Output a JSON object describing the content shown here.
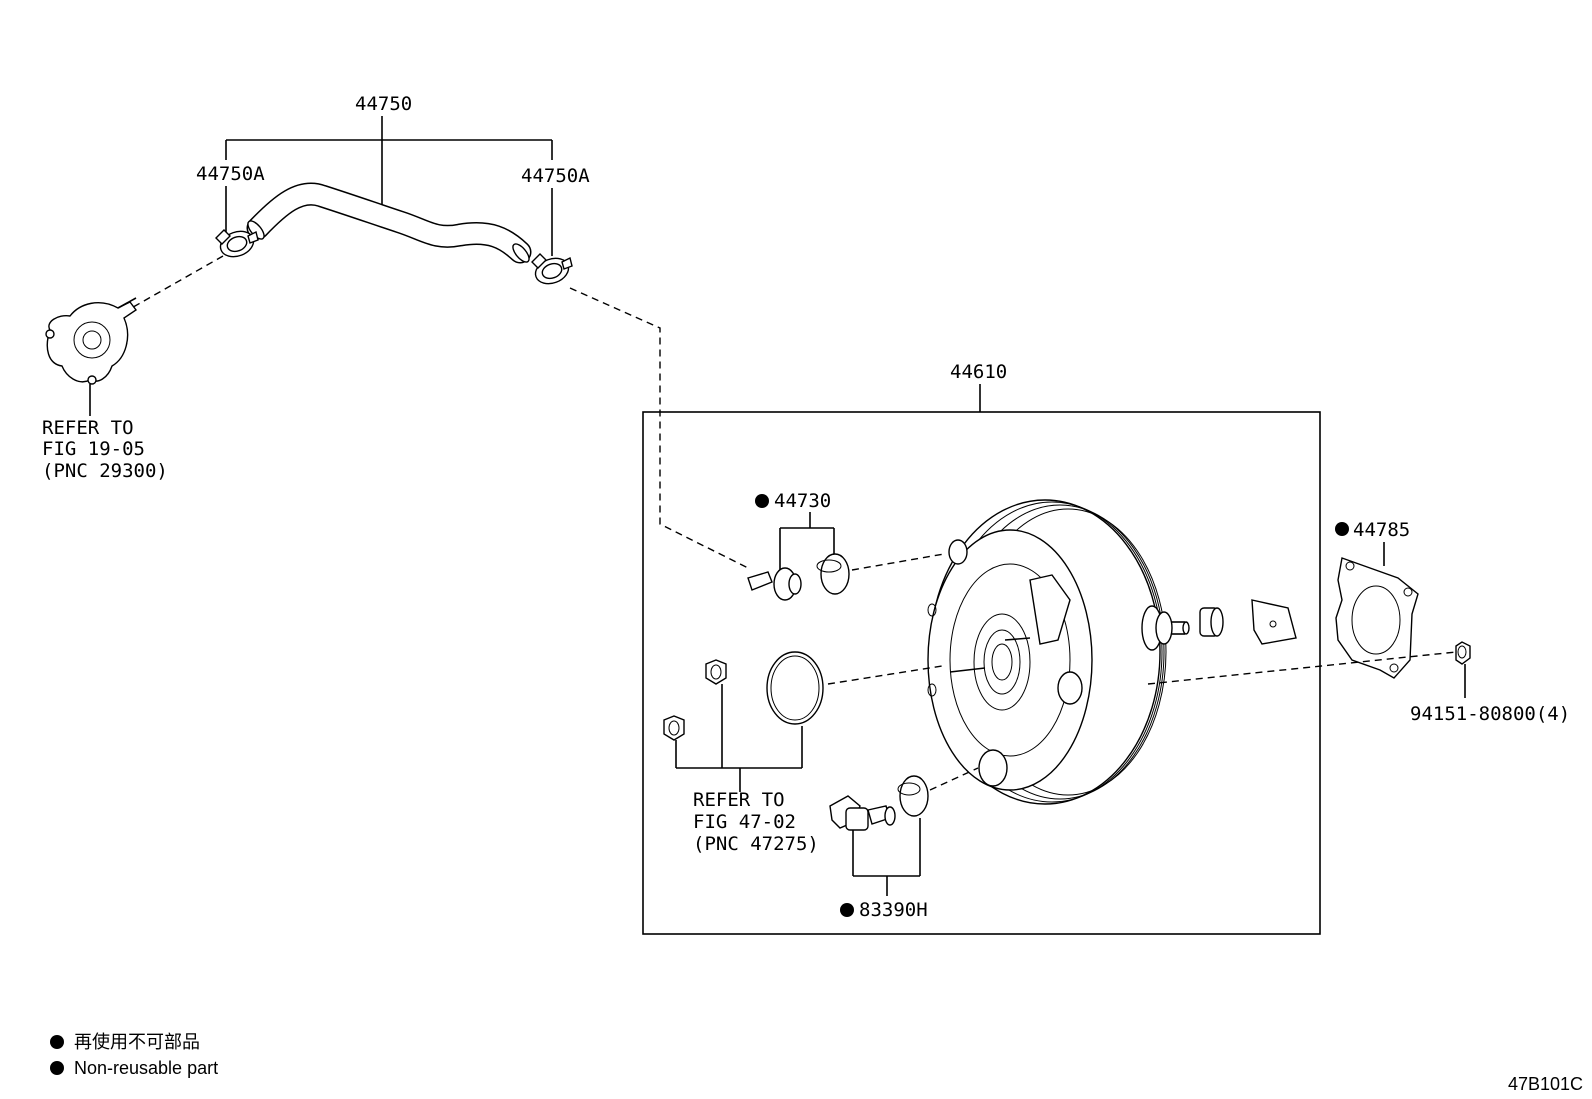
{
  "labels": {
    "p44750": "44750",
    "p44750A_left": "44750A",
    "p44750A_right": "44750A",
    "p44610": "44610",
    "p44730": "44730",
    "p44785": "44785",
    "p83390H": "83390H",
    "p94151": "94151-80800(4)"
  },
  "refs": {
    "pump": {
      "line1": "REFER TO",
      "line2": "FIG 19-05",
      "line3": "(PNC 29300)"
    },
    "master": {
      "line1": "REFER TO",
      "line2": "FIG 47-02",
      "line3": "(PNC 47275)"
    }
  },
  "legend": {
    "japanese": "再使用不可部品",
    "english": "Non-reusable part"
  },
  "figure_code": "47B101C"
}
